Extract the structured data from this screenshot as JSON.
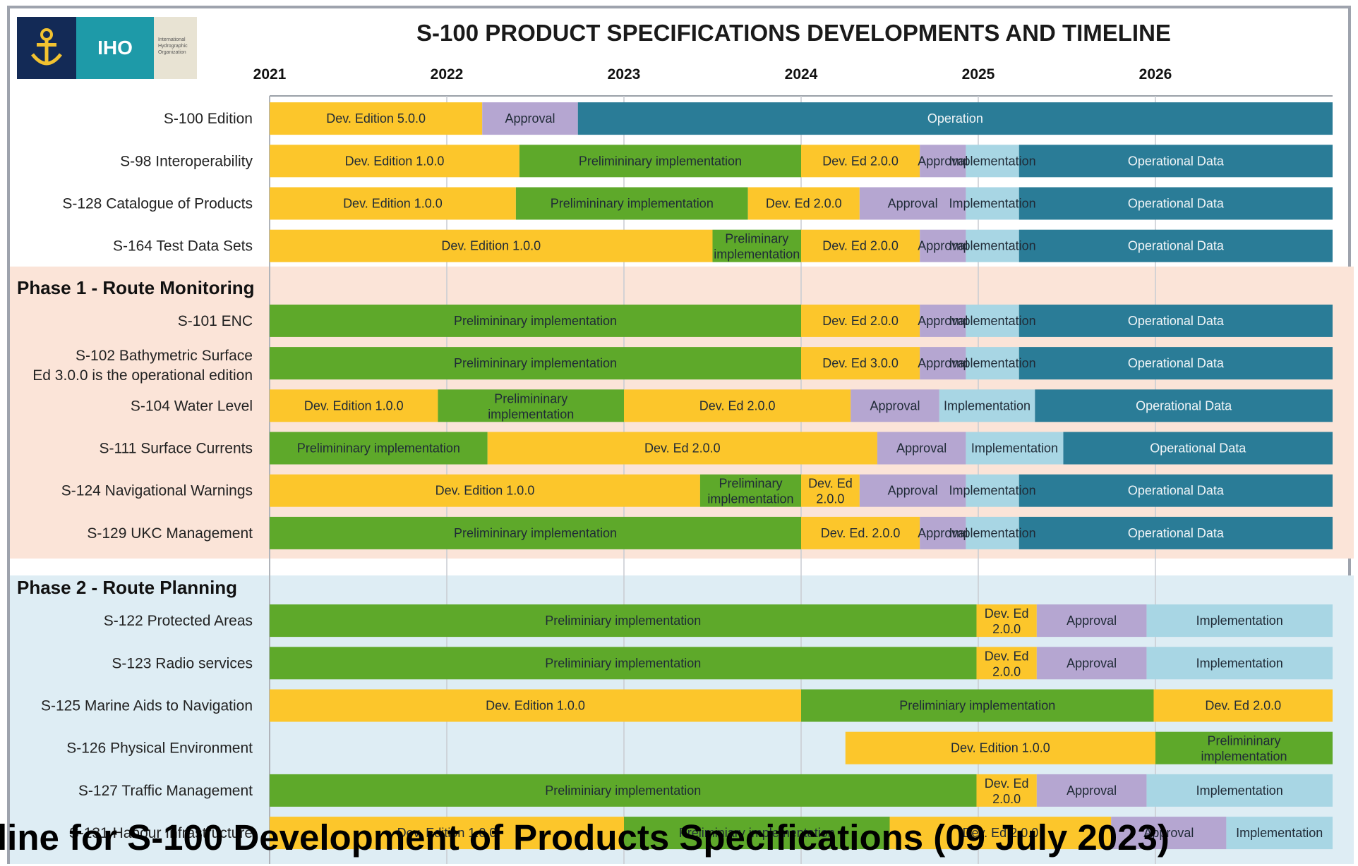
{
  "logo": {
    "text": "IHO",
    "org": "International Hydrographic Organization"
  },
  "caption": "line for S-100 Development of Products Specifications (09 July 2023)",
  "colors": {
    "dev": "#fcc62b",
    "approval": "#b5a6d1",
    "operation": "#2a7c97",
    "prelim": "#5ea92a",
    "implementation": "#a8d6e4",
    "phase1_bg": "#fbe4d8",
    "phase2_bg": "#deedf4"
  },
  "chart_data": {
    "type": "gantt",
    "title": "S-100 PRODUCT SPECIFICATIONS DEVELOPMENTS AND TIMELINE",
    "x_ticks": [
      "2021",
      "2022",
      "2023",
      "2024",
      "2025",
      "2026"
    ],
    "xlim": [
      2021.0,
      2027.0
    ],
    "groups": [
      {
        "name": "",
        "rows": [
          {
            "label": "S-100 Edition",
            "segments": [
              {
                "phase": "dev",
                "label": "Dev. Edition 5.0.0",
                "start": 2021.0,
                "end": 2022.2
              },
              {
                "phase": "approval",
                "label": "Approval",
                "start": 2022.2,
                "end": 2022.74
              },
              {
                "phase": "operation",
                "label": "Operation",
                "start": 2022.74,
                "end": 2027.0
              }
            ]
          },
          {
            "label": "S-98 Interoperability",
            "segments": [
              {
                "phase": "dev",
                "label": "Dev. Edition 1.0.0",
                "start": 2021.0,
                "end": 2022.41
              },
              {
                "phase": "prelim",
                "label": "Prelimininary implementation",
                "start": 2022.41,
                "end": 2024.0
              },
              {
                "phase": "dev",
                "label": "Dev. Ed 2.0.0",
                "start": 2024.0,
                "end": 2024.67
              },
              {
                "phase": "approval",
                "label": "Approval",
                "start": 2024.67,
                "end": 2024.93
              },
              {
                "phase": "implementation",
                "label": "Implementation",
                "start": 2024.93,
                "end": 2025.23
              },
              {
                "phase": "operation",
                "label": "Operational Data",
                "start": 2025.23,
                "end": 2027.0
              }
            ]
          },
          {
            "label": "S-128 Catalogue of Products",
            "segments": [
              {
                "phase": "dev",
                "label": "Dev. Edition 1.0.0",
                "start": 2021.0,
                "end": 2022.39
              },
              {
                "phase": "prelim",
                "label": "Prelimininary implementation",
                "start": 2022.39,
                "end": 2023.7
              },
              {
                "phase": "dev",
                "label": "Dev. Ed 2.0.0",
                "start": 2023.7,
                "end": 2024.33
              },
              {
                "phase": "approval",
                "label": "Approval",
                "start": 2024.33,
                "end": 2024.93
              },
              {
                "phase": "implementation",
                "label": "Implementation",
                "start": 2024.93,
                "end": 2025.23
              },
              {
                "phase": "operation",
                "label": "Operational Data",
                "start": 2025.23,
                "end": 2027.0
              }
            ]
          },
          {
            "label": "S-164 Test Data Sets",
            "segments": [
              {
                "phase": "dev",
                "label": "Dev. Edition 1.0.0",
                "start": 2021.0,
                "end": 2023.5
              },
              {
                "phase": "prelim",
                "label": "Preliminary implementation",
                "start": 2023.5,
                "end": 2024.0
              },
              {
                "phase": "dev",
                "label": "Dev. Ed 2.0.0",
                "start": 2024.0,
                "end": 2024.67
              },
              {
                "phase": "approval",
                "label": "Approval",
                "start": 2024.67,
                "end": 2024.93
              },
              {
                "phase": "implementation",
                "label": "Implementation",
                "start": 2024.93,
                "end": 2025.23
              },
              {
                "phase": "operation",
                "label": "Operational Data",
                "start": 2025.23,
                "end": 2027.0
              }
            ]
          }
        ]
      },
      {
        "name": "Phase 1 - Route Monitoring",
        "rows": [
          {
            "label": "S-101 ENC",
            "segments": [
              {
                "phase": "prelim",
                "label": "Prelimininary implementation",
                "start": 2021.0,
                "end": 2024.0
              },
              {
                "phase": "dev",
                "label": "Dev. Ed 2.0.0",
                "start": 2024.0,
                "end": 2024.67
              },
              {
                "phase": "approval",
                "label": "Approval",
                "start": 2024.67,
                "end": 2024.93
              },
              {
                "phase": "implementation",
                "label": "Implementation",
                "start": 2024.93,
                "end": 2025.23
              },
              {
                "phase": "operation",
                "label": "Operational Data",
                "start": 2025.23,
                "end": 2027.0
              }
            ]
          },
          {
            "label": "S-102 Bathymetric Surface",
            "label2": "Ed 3.0.0 is the operational edition",
            "segments": [
              {
                "phase": "prelim",
                "label": "Prelimininary implementation",
                "start": 2021.0,
                "end": 2024.0
              },
              {
                "phase": "dev",
                "label": "Dev. Ed 3.0.0",
                "start": 2024.0,
                "end": 2024.67
              },
              {
                "phase": "approval",
                "label": "Approval",
                "start": 2024.67,
                "end": 2024.93
              },
              {
                "phase": "implementation",
                "label": "Implementation",
                "start": 2024.93,
                "end": 2025.23
              },
              {
                "phase": "operation",
                "label": "Operational Data",
                "start": 2025.23,
                "end": 2027.0
              }
            ]
          },
          {
            "label": "S-104 Water Level",
            "segments": [
              {
                "phase": "dev",
                "label": "Dev. Edition 1.0.0",
                "start": 2021.0,
                "end": 2021.95
              },
              {
                "phase": "prelim",
                "label": "Prelimininary implementation",
                "start": 2021.95,
                "end": 2023.0
              },
              {
                "phase": "dev",
                "label": "Dev. Ed 2.0.0",
                "start": 2023.0,
                "end": 2024.28
              },
              {
                "phase": "approval",
                "label": "Approval",
                "start": 2024.28,
                "end": 2024.78
              },
              {
                "phase": "implementation",
                "label": "Implementation",
                "start": 2024.78,
                "end": 2025.32
              },
              {
                "phase": "operation",
                "label": "Operational Data",
                "start": 2025.32,
                "end": 2027.0
              }
            ]
          },
          {
            "label": "S-111 Surface Currents",
            "segments": [
              {
                "phase": "prelim",
                "label": "Prelimininary implementation",
                "start": 2021.0,
                "end": 2022.23
              },
              {
                "phase": "dev",
                "label": "Dev. Ed 2.0.0",
                "start": 2022.23,
                "end": 2024.43
              },
              {
                "phase": "approval",
                "label": "Approval",
                "start": 2024.43,
                "end": 2024.93
              },
              {
                "phase": "implementation",
                "label": "Implementation",
                "start": 2024.93,
                "end": 2025.48
              },
              {
                "phase": "operation",
                "label": "Operational Data",
                "start": 2025.48,
                "end": 2027.0
              }
            ]
          },
          {
            "label": "S-124 Navigational Warnings",
            "segments": [
              {
                "phase": "dev",
                "label": "Dev. Edition 1.0.0",
                "start": 2021.0,
                "end": 2023.43
              },
              {
                "phase": "prelim",
                "label": "Preliminary implementation",
                "start": 2023.43,
                "end": 2024.0
              },
              {
                "phase": "dev",
                "label": "Dev. Ed 2.0.0",
                "start": 2024.0,
                "end": 2024.33
              },
              {
                "phase": "approval",
                "label": "Approval",
                "start": 2024.33,
                "end": 2024.93
              },
              {
                "phase": "implementation",
                "label": "Implementation",
                "start": 2024.93,
                "end": 2025.23
              },
              {
                "phase": "operation",
                "label": "Operational Data",
                "start": 2025.23,
                "end": 2027.0
              }
            ]
          },
          {
            "label": "S-129 UKC Management",
            "segments": [
              {
                "phase": "prelim",
                "label": "Prelimininary implementation",
                "start": 2021.0,
                "end": 2024.0
              },
              {
                "phase": "dev",
                "label": "Dev. Ed. 2.0.0",
                "start": 2024.0,
                "end": 2024.67
              },
              {
                "phase": "approval",
                "label": "Approval",
                "start": 2024.67,
                "end": 2024.93
              },
              {
                "phase": "implementation",
                "label": "Implementation",
                "start": 2024.93,
                "end": 2025.23
              },
              {
                "phase": "operation",
                "label": "Operational Data",
                "start": 2025.23,
                "end": 2027.0
              }
            ]
          }
        ]
      },
      {
        "name": "Phase 2 - Route Planning",
        "rows": [
          {
            "label": "S-122 Protected Areas",
            "segments": [
              {
                "phase": "prelim",
                "label": "Preliminiary implementation",
                "start": 2021.0,
                "end": 2024.99
              },
              {
                "phase": "dev",
                "label": "Dev. Ed 2.0.0",
                "start": 2024.99,
                "end": 2025.33
              },
              {
                "phase": "approval",
                "label": "Approval",
                "start": 2025.33,
                "end": 2025.95
              },
              {
                "phase": "implementation",
                "label": "Implementation",
                "start": 2025.95,
                "end": 2027.0
              }
            ]
          },
          {
            "label": "S-123 Radio services",
            "segments": [
              {
                "phase": "prelim",
                "label": "Preliminiary implementation",
                "start": 2021.0,
                "end": 2024.99
              },
              {
                "phase": "dev",
                "label": "Dev. Ed 2.0.0",
                "start": 2024.99,
                "end": 2025.33
              },
              {
                "phase": "approval",
                "label": "Approval",
                "start": 2025.33,
                "end": 2025.95
              },
              {
                "phase": "implementation",
                "label": "Implementation",
                "start": 2025.95,
                "end": 2027.0
              }
            ]
          },
          {
            "label": "S-125  Marine Aids to Navigation",
            "segments": [
              {
                "phase": "dev",
                "label": "Dev. Edition 1.0.0",
                "start": 2021.0,
                "end": 2024.0
              },
              {
                "phase": "prelim",
                "label": "Preliminiary implementation",
                "start": 2024.0,
                "end": 2025.99
              },
              {
                "phase": "dev",
                "label": "Dev. Ed 2.0.0",
                "start": 2025.99,
                "end": 2027.0
              }
            ]
          },
          {
            "label": "S-126 Physical Environment",
            "segments": [
              {
                "phase": "dev",
                "label": "Dev. Edition 1.0.0",
                "start": 2024.25,
                "end": 2026.0
              },
              {
                "phase": "prelim",
                "label": "Prelimininary implementation",
                "start": 2026.0,
                "end": 2027.0
              }
            ]
          },
          {
            "label": "S-127 Traffic Management",
            "segments": [
              {
                "phase": "prelim",
                "label": "Preliminiary implementation",
                "start": 2021.0,
                "end": 2024.99
              },
              {
                "phase": "dev",
                "label": "Dev. Ed 2.0.0",
                "start": 2024.99,
                "end": 2025.33
              },
              {
                "phase": "approval",
                "label": "Approval",
                "start": 2025.33,
                "end": 2025.95
              },
              {
                "phase": "implementation",
                "label": "Implementation",
                "start": 2025.95,
                "end": 2027.0
              }
            ]
          },
          {
            "label": "S-131 Habour Infrastructure",
            "segments": [
              {
                "phase": "dev",
                "label": "Dev. Edition 1.0.0",
                "start": 2021.0,
                "end": 2023.0
              },
              {
                "phase": "prelim",
                "label": "Preliminiary implementation",
                "start": 2023.0,
                "end": 2024.5
              },
              {
                "phase": "dev",
                "label": "Dev. Ed 2.0.0",
                "start": 2024.5,
                "end": 2025.75
              },
              {
                "phase": "approval",
                "label": "Approval",
                "start": 2025.75,
                "end": 2026.4
              },
              {
                "phase": "implementation",
                "label": "Implementation",
                "start": 2026.4,
                "end": 2027.0
              }
            ]
          }
        ]
      }
    ]
  }
}
